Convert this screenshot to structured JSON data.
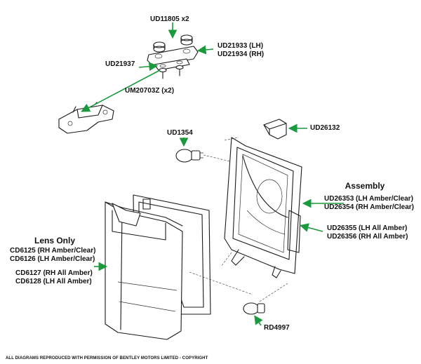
{
  "labels": {
    "ud11805": "UD11805 x2",
    "ud21933": "UD21933 (LH)",
    "ud21934": "UD21934 (RH)",
    "ud21937": "UD21937",
    "um20703z": "UM20703Z (x2)",
    "ud26132": "UD26132",
    "ud1354": "UD1354",
    "assembly_heading": "Assembly",
    "ud26353": "UD26353 (LH Amber/Clear)",
    "ud26354": "UD26354 (RH Amber/Clear)",
    "ud26355": "UD26355 (LH All Amber)",
    "ud26356": "UD26356 (RH All Amber)",
    "lens_heading": "Lens Only",
    "cd6125": "CD6125 (RH Amber/Clear)",
    "cd6126": "CD6126 (LH Amber/Clear)",
    "cd6127": "CD6127 (RH All Amber)",
    "cd6128": "CD6128 (LH All Amber)",
    "rd4997": "RD4997"
  },
  "footer": "ALL DIAGRAMS REPRODUCED WITH PERMISSION OF BENTLEY MOTORS LIMITED - COPYRIGHT",
  "colors": {
    "leader_arrow": "#1a9a3c",
    "line_art": "#1b1b1b"
  }
}
